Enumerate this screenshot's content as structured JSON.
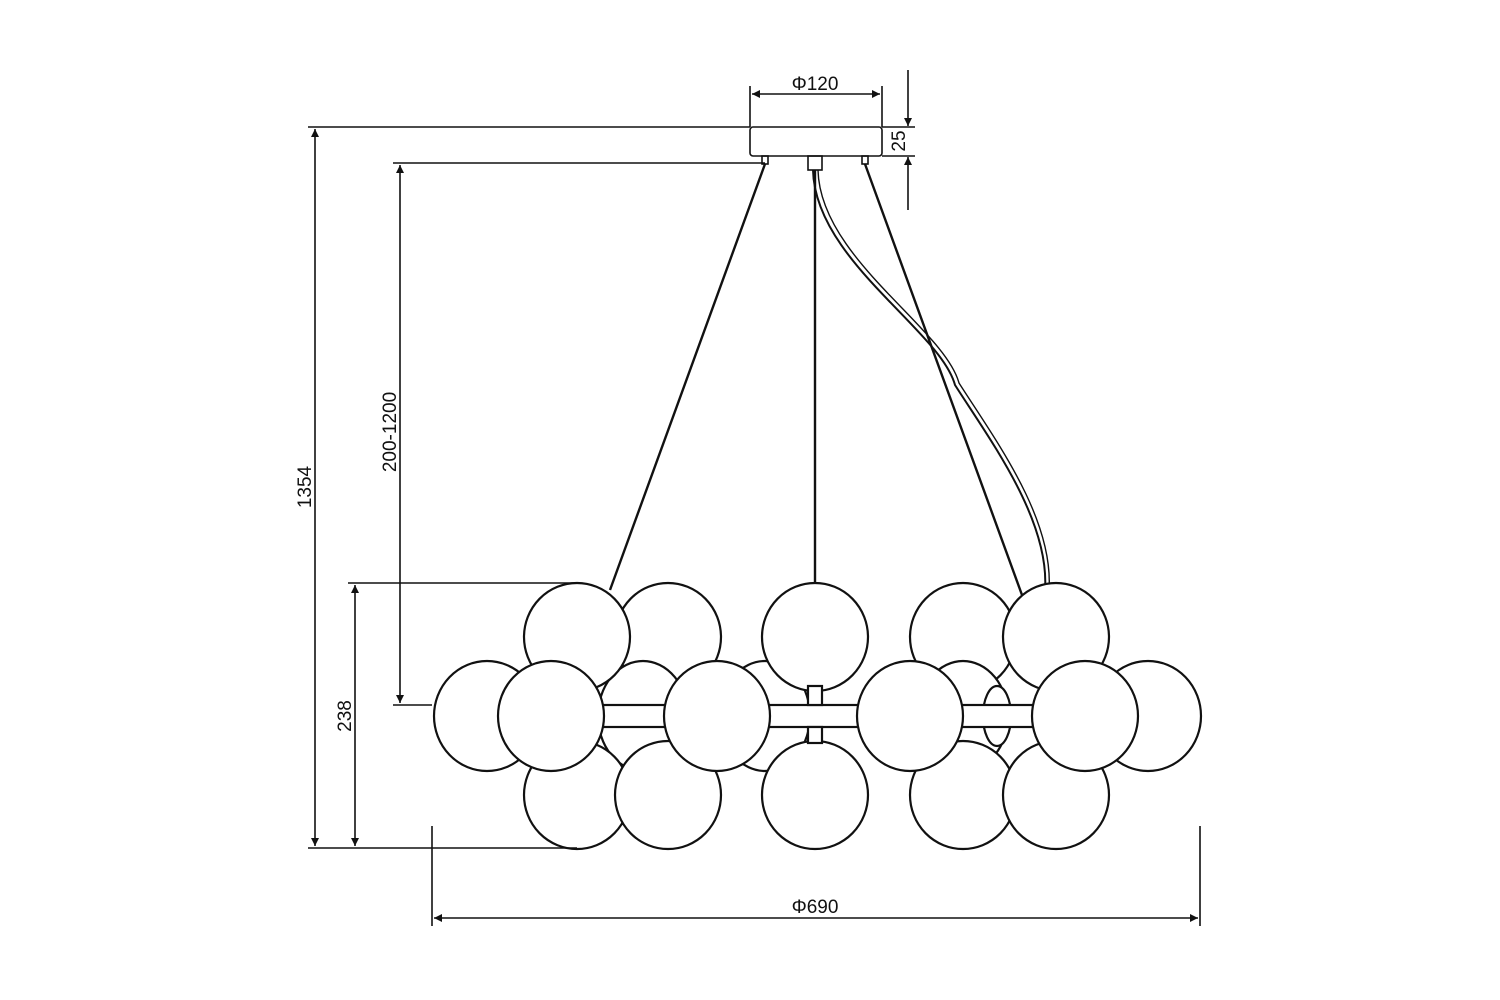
{
  "title": "Pendant chandelier dimension drawing",
  "dimensions": {
    "canopy_diameter": "Φ120",
    "canopy_height": "25",
    "total_height": "1354",
    "adjustable_cable": "200-1200",
    "body_height": "238",
    "body_diameter": "Φ690"
  },
  "colors": {
    "line": "#111111",
    "background": "#ffffff"
  }
}
